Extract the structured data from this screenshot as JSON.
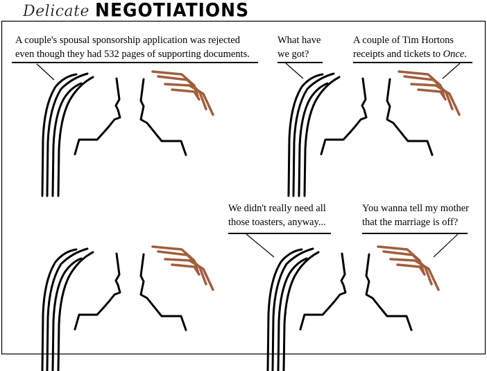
{
  "title": {
    "script_word": "Delicate",
    "main_word": "NEGOTIATIONS"
  },
  "panels": [
    {
      "caption_lines": [
        "A couple's spousal sponsorship application was rejected",
        "even though they had 532 pages of supporting documents."
      ]
    },
    {
      "caption_lines": [
        "What have",
        "we got?"
      ]
    },
    {
      "caption_lines": [
        "A couple of Tim Hortons",
        "receipts and tickets to "
      ],
      "caption_italic": "Once",
      "caption_end": "."
    },
    {
      "caption_lines": [
        "We didn't really need all",
        "those toasters, anyway..."
      ]
    },
    {
      "caption_lines": [
        "You wanna tell my mother",
        "that the marriage is off?"
      ]
    }
  ],
  "colors": {
    "hair": "#a15e3d",
    "ink": "#000000"
  }
}
